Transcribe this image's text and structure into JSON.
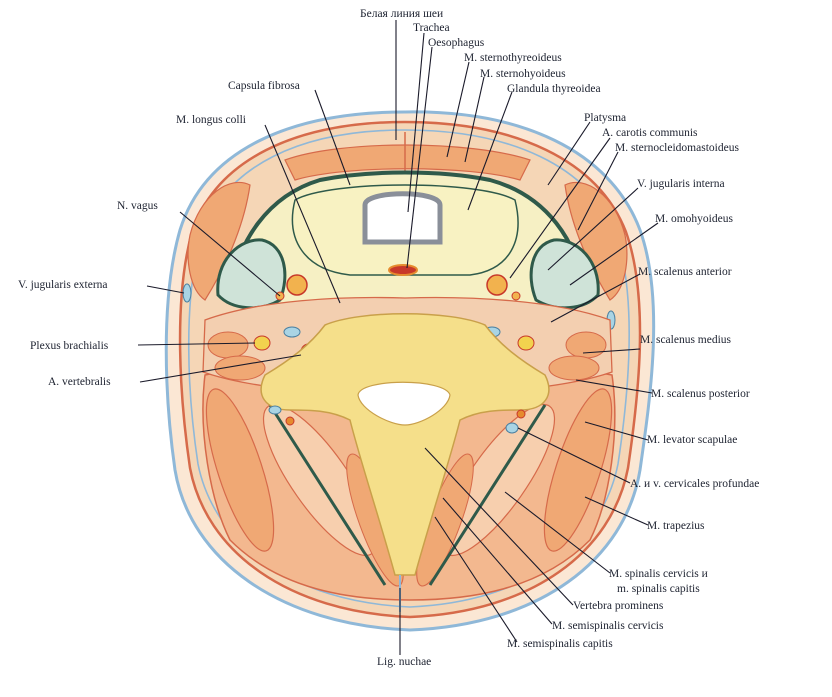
{
  "labels": {
    "belaya": "Белая линия шеи",
    "trachea": "Trachea",
    "oesophagus": "Oesophagus",
    "sternothyreoideus": "M. sternothyreoideus",
    "sternohyoideus": "M. sternohyoideus",
    "glandula": "Glandula thyreoidea",
    "capsula": "Capsula fibrosa",
    "platysma": "Platysma",
    "longus_colli": "M. longus colli",
    "carotis": "A. carotis communis",
    "sternocleido": "M. sternocleidomastoideus",
    "jugularis_interna": "V. jugularis interna",
    "vagus": "N. vagus",
    "omohyoideus": "M. omohyoideus",
    "jugularis_externa": "V. jugularis externa",
    "scalenus_anterior": "M. scalenus anterior",
    "plexus": "Plexus brachialis",
    "scalenus_medius": "M. scalenus medius",
    "vertebralis": "A. vertebralis",
    "scalenus_posterior": "M. scalenus posterior",
    "levator": "M. levator scapulae",
    "cervicales": "A. и v. cervicales profundae",
    "trapezius": "M. trapezius",
    "spinalis_1": "M. spinalis cervicis и",
    "spinalis_2": "m. spinalis capitis",
    "prominens": "Vertebra prominens",
    "semispinalis_cervicis": "M. semispinalis cervicis",
    "semispinalis_capitis": "M. semispinalis capitis",
    "nuchae": "Lig. nuchae"
  },
  "colors": {
    "skin_blue": "#8fb8d8",
    "skin_red": "#d66a4a",
    "muscle_orange": "#f0a874",
    "muscle_light": "#f7cfae",
    "bone_yellow": "#f5df8a",
    "fascia_green": "#2f5a4a",
    "gland_cream": "#f6f0c4",
    "vessel_blue": "#a9d4e4",
    "vessel_orange": "#e68b2e"
  }
}
